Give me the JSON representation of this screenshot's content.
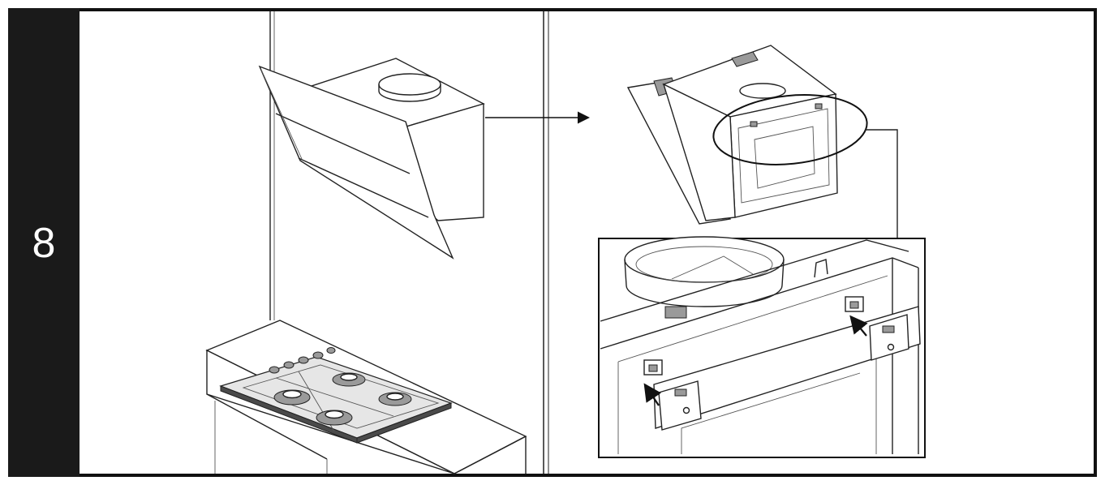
{
  "step": {
    "number": "8"
  },
  "colors": {
    "frame": "#111111",
    "step_bar": "#1a1a1a",
    "line": "#222222",
    "background": "#ffffff"
  },
  "panels": [
    {
      "id": "before",
      "content": [
        "wall",
        "cooker-hood",
        "hob",
        "worktop"
      ]
    },
    {
      "id": "after",
      "content": [
        "cooker-hood-rear-view",
        "detail-callout",
        "mounting-brackets",
        "insert-arrows"
      ]
    }
  ]
}
